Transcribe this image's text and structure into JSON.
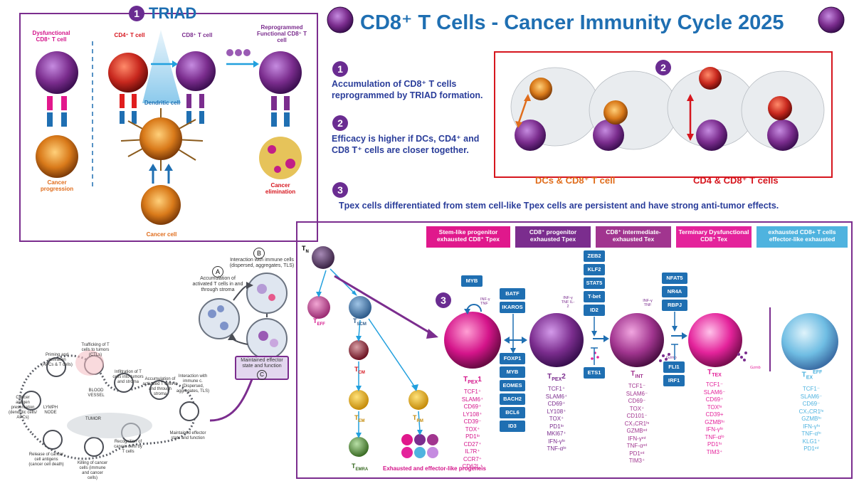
{
  "title": "CD8⁺ T Cells - Cancer Immunity Cycle 2025",
  "triad": {
    "num": "1",
    "label": "TRIAD",
    "dysfunctional": "Dysfunctional CD8⁺ T cell",
    "cd4": "CD4⁺ T cell",
    "cd8": "CD8⁺ T cell",
    "reprogrammed": "Reprogrammed Functional CD8⁺ T cell",
    "dendritic": "Dendritic cell",
    "progression": "Cancer progression",
    "elimination": "Cancer elimination",
    "cancer_cell": "Cancer cell"
  },
  "statements": [
    {
      "num": "1",
      "text": "Accumulation of CD8⁺ T cells reprogrammed by TRIAD formation."
    },
    {
      "num": "2",
      "text": "Efficacy is higher if DCs, CD4⁺ and CD8 T⁺ cells are closer together."
    },
    {
      "num": "3",
      "text": "Tpex cells differentiated from stem cell-like Tpex cells are persistent and have strong anti-tumor effects."
    }
  ],
  "proximity": {
    "num": "2",
    "dcs": "DCs & CD8⁺ T cell",
    "cd4": "CD4 & CD8⁺ T cells"
  },
  "cycle": {
    "a_letter": "A",
    "a_text": "Accumulation of activated T cells in and through stroma",
    "b_letter": "B",
    "b_text": "Interaction with immune cells (dispersed, aggregates, TLS)",
    "c_letter": "C",
    "c_text": "Maintained effector state and function",
    "tn": "T",
    "tn_sub": "N",
    "teff": "T",
    "teff_sub": "EFF",
    "tscm": "T",
    "tscm_sub": "SCM",
    "tcm": "T",
    "tcm_sub": "CM",
    "tem": "T",
    "tem_sub": "EM",
    "temra": "T",
    "temra_sub": "EMRA",
    "trm": "T",
    "trm_sub": "RM",
    "progeny": "Exhausted and effector-like progeneis"
  },
  "mini_cycle": {
    "s1": "Release of cancer cell antigens (cancer cell death)",
    "s2": "Cancer antigen presentation (dendritic cells/ APCs)",
    "s3": "Priming and activation (APCs & T cells)",
    "s4": "Trafficking of T cells to tumors (CTLs)",
    "s5": "Infiltration of T cells into tumors and stroma",
    "s6": "Recognition of cancer cells by T cells",
    "s7": "Killing of cancer cells (immune and cancer cells)",
    "sa": "Accumulation of activated T cells in and through stroma",
    "sb": "Interaction with immune c. (Dispersed, aggregates, TLS)",
    "sc": "Maintained effector state and function",
    "lymph": "LYMPH NODE",
    "blood": "BLOOD VESSEL",
    "tumor": "TUMOR"
  },
  "headers": [
    {
      "text": "Stem-like progenitor exhausted CD8⁺ Tpex",
      "color": "#e0188c"
    },
    {
      "text": "CD8⁺ progenitor exhausted Tpex",
      "color": "#7b2d8e"
    },
    {
      "text": "CD8⁺ intermediate-exhausted Tex",
      "color": "#a1358f"
    },
    {
      "text": "Terminary Dysfunctional CD8⁺ Tex",
      "color": "#e4239b"
    },
    {
      "text": "exhausted CD8+ T cells effector-like exhausted",
      "color": "#4fb3df"
    }
  ],
  "diff_num": "3",
  "tf_boxes": {
    "myb_top": "MYB",
    "batf": "BATF",
    "ikaros": "IKAROS",
    "foxp1": "FOXP1",
    "myb": "MYB",
    "eomes": "EOMES",
    "bach2": "BACH2",
    "bcl6": "BCL6",
    "id3": "ID3",
    "zeb2": "ZEB2",
    "klf2": "KLF2",
    "stat5": "STAT5",
    "tbet": "T-bet",
    "id2": "ID2",
    "ets1": "ETS1",
    "nfat5": "NFAT5",
    "nr4a": "NR4A",
    "rbpj": "RBPJ",
    "fli1": "FLI1",
    "irf1": "IRF1"
  },
  "cytokines": {
    "c1": "INF-γ TNF",
    "c2": "INF-γ TNF IL-2",
    "c3": "INF-γ TNF",
    "gzmb1": "Gzmb",
    "gzmb2": "Gzmb"
  },
  "cells": [
    {
      "name": "T",
      "sub": "PEX",
      "suffix": "1",
      "markers": [
        "TCF1⁺",
        "SLAM6⁺",
        "CD69⁺",
        "LY108⁺",
        "CD39⁻",
        "TOX⁺",
        "PD1ˡᵒ",
        "CD27⁺",
        "IL7R⁺",
        "CCR7⁺",
        "CD62L⁺"
      ],
      "color": "#d4148a"
    },
    {
      "name": "T",
      "sub": "PEX",
      "suffix": "2",
      "markers": [
        "TCF1⁺",
        "SLAM6⁺",
        "CD69⁺",
        "LY108⁺",
        "TOX⁺",
        "PD1ˡᵒ",
        "MKI67⁺",
        "IFN-γˡᵒ",
        "TNF-αˡᵒ"
      ],
      "color": "#7b2d8e"
    },
    {
      "name": "T",
      "sub": "INT",
      "suffix": "",
      "markers": [
        "TCF1⁻",
        "SLAM6⁻",
        "CD69⁻",
        "TOX⁺",
        "CD101⁻",
        "CX₃CR1ʰᶦ",
        "GZMBᶦⁿᵗ",
        "IFN-γᶦⁿᵗ",
        "TNF-αᶦⁿᵗ",
        "PD1ᶦⁿᵗ",
        "TIM3⁺"
      ],
      "color": "#a1358f"
    },
    {
      "name": "T",
      "sub": "TEX",
      "suffix": "",
      "markers": [
        "TCF1⁻",
        "SLAM6⁻",
        "CD69⁺",
        "TOXʰᶦ",
        "CD39+",
        "GZMBʰᶦ",
        "IFN-γˡᵒ",
        "TNF-αˡᵒ",
        "PD1ʰᶦ",
        "TIM3⁺"
      ],
      "color": "#e4239b"
    },
    {
      "name": "T",
      "sub": "EX",
      "suffix": "EFF",
      "markers": [
        "TCF1⁻",
        "SLAM6⁻",
        "CD69⁻",
        "CX₃CR1ʰᶦ",
        "GZMBʰᶦ",
        "IFN-γʰᶦ",
        "TNF-αʰᶦ",
        "KLG1⁺",
        "PD1ᶦⁿᵗ"
      ],
      "color": "#4fb3df"
    }
  ]
}
